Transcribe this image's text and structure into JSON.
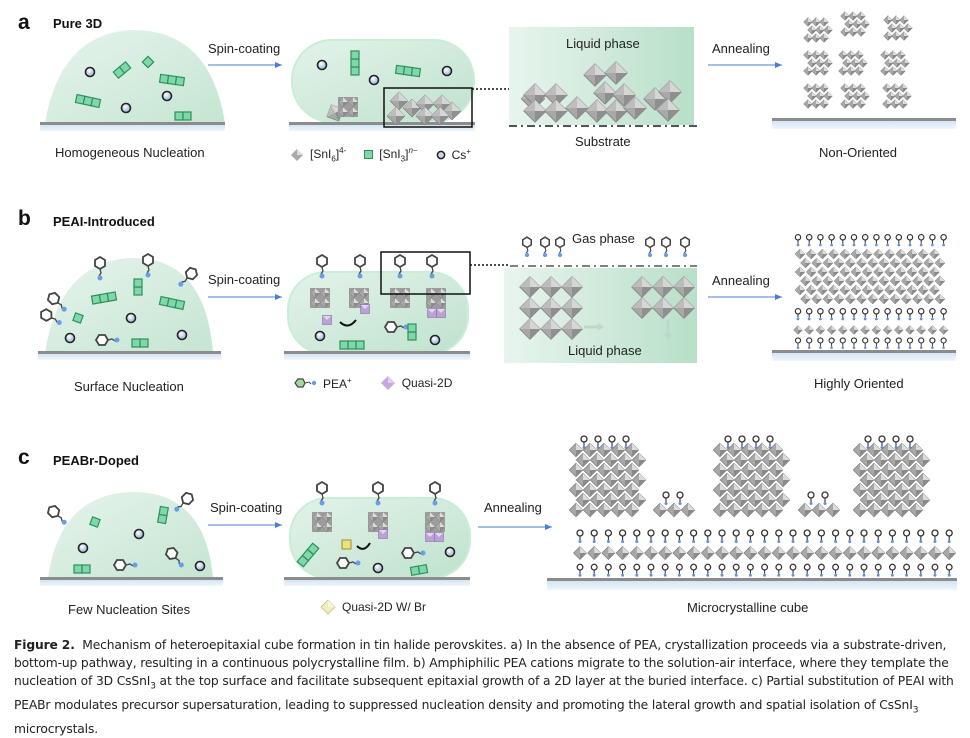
{
  "figure": {
    "panels": [
      {
        "letter": "a",
        "title": "Pure 3D",
        "step1_label": "Homogeneous Nucleation",
        "arrow1_label": "Spin-coating",
        "legend": [
          {
            "icon": "octahedron-icon",
            "text": "[SnI6]4-"
          },
          {
            "icon": "green-square-icon",
            "text": "[SnI3]n n−"
          },
          {
            "icon": "cs-ion-icon",
            "text": "Cs+"
          }
        ],
        "zoom_top_label": "Liquid phase",
        "zoom_bottom_label": "Substrate",
        "arrow2_label": "Annealing",
        "result_label": "Non-Oriented"
      },
      {
        "letter": "b",
        "title": "PEAI-Introduced",
        "step1_label": "Surface Nucleation",
        "arrow1_label": "Spin-coating",
        "legend": [
          {
            "icon": "pea-cation-icon",
            "text": "PEA+"
          },
          {
            "icon": "purple-octahedron-icon",
            "text": "Quasi-2D"
          }
        ],
        "zoom_top_label": "Gas phase",
        "zoom_bottom_label": "Liquid phase",
        "arrow2_label": "Annealing",
        "result_label": "Highly Oriented"
      },
      {
        "letter": "c",
        "title": "PEABr-Doped",
        "step1_label": "Few Nucleation Sites",
        "arrow1_label": "Spin-coating",
        "legend": [
          {
            "icon": "yellow-octahedron-icon",
            "text": "Quasi-2D W/ Br"
          }
        ],
        "arrow2_label": "Annealing",
        "result_label": "Microcrystalline cube"
      }
    ],
    "caption": {
      "figure_label": "Figure 2.",
      "text": "Mechanism of heteroepitaxial cube formation in tin halide perovskites. a) In the absence of PEA, crystallization proceeds via a substrate-driven, bottom-up pathway, resulting in a continuous polycrystalline film. b) Amphiphilic PEA cations migrate to the solution-air interface, where they template the nucleation of 3D CsSnI3 at the top surface and facilitate subsequent epitaxial growth of a 2D layer at the buried interface. c) Partial substitution of PEAI with PEABr modulates precursor supersaturation, leading to suppressed nucleation density and promoting the lateral growth and spatial isolation of CsSnI3 microcrystals."
    },
    "colors": {
      "solution_green": "#cfe9d9",
      "crystal_grey": "#9a9a9a",
      "arrow_blue": "#4a7fd0",
      "substrate_grey": "#8c8c8c",
      "substrate_blue": "#d6e6f3",
      "precursor_green": "#4fc58a",
      "quasi2d_purple": "#b89ad0",
      "br_yellow": "#e8e08a"
    }
  }
}
